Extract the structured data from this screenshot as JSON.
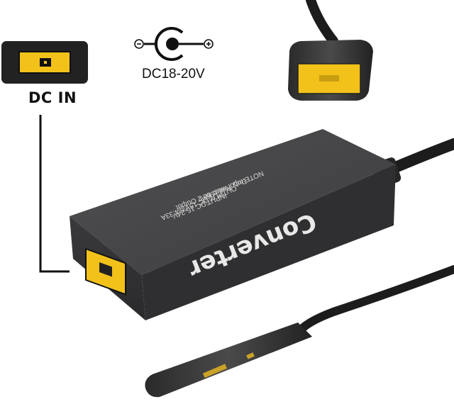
{
  "labels": {
    "dc_in": "DC IN",
    "voltage": "DC18-20V",
    "polarity_negative": "⊖",
    "polarity_positive": "⊕"
  },
  "device": {
    "brand": "Converter",
    "spec_lines": [
      "INPUT:DC 15-24V",
      "OUTPUT:DC 15V@4.33A",
      "Duty Ratio:96%",
      "NOTE:Input must be 2 Output"
    ]
  },
  "colors": {
    "body": "#3a3a3c",
    "body_top": "#48484a",
    "connector_yellow": "#f2c21b",
    "cable": "#1c1c1c",
    "line": "#111111"
  }
}
